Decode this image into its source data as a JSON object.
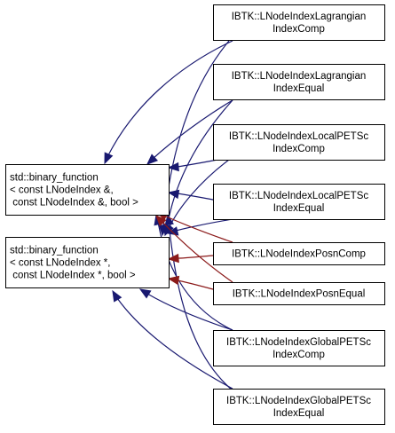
{
  "diagram": {
    "base_classes": [
      {
        "id": "bf_ref",
        "lines": [
          "std::binary_function",
          "< const LNodeIndex &,",
          " const LNodeIndex &, bool >"
        ]
      },
      {
        "id": "bf_ptr",
        "lines": [
          "std::binary_function",
          "< const LNodeIndex *,",
          " const LNodeIndex *, bool >"
        ]
      }
    ],
    "derived_classes": [
      {
        "id": "lag_comp",
        "lines": [
          "IBTK::LNodeIndexLagrangian",
          "IndexComp"
        ]
      },
      {
        "id": "lag_eq",
        "lines": [
          "IBTK::LNodeIndexLagrangian",
          "IndexEqual"
        ]
      },
      {
        "id": "loc_comp",
        "lines": [
          "IBTK::LNodeIndexLocalPETSc",
          "IndexComp"
        ]
      },
      {
        "id": "loc_eq",
        "lines": [
          "IBTK::LNodeIndexLocalPETSc",
          "IndexEqual"
        ]
      },
      {
        "id": "posn_comp",
        "lines": [
          "IBTK::LNodeIndexPosnComp"
        ]
      },
      {
        "id": "posn_eq",
        "lines": [
          "IBTK::LNodeIndexPosnEqual"
        ]
      },
      {
        "id": "glob_comp",
        "lines": [
          "IBTK::LNodeIndexGlobalPETSc",
          "IndexComp"
        ]
      },
      {
        "id": "glob_eq",
        "lines": [
          "IBTK::LNodeIndexGlobalPETSc",
          "IndexEqual"
        ]
      }
    ],
    "edge_colors": {
      "inheritance": "#191970",
      "pointer_inheritance": "#8b1a1a"
    }
  }
}
